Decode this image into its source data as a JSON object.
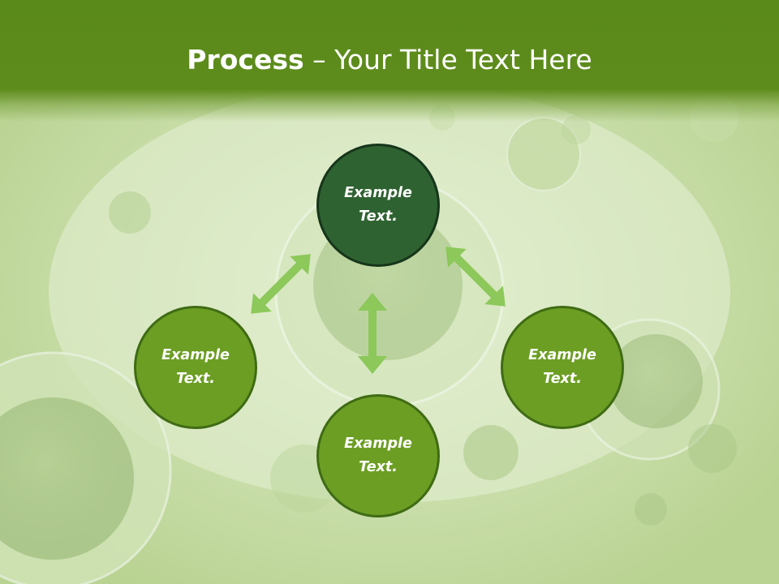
{
  "slide": {
    "title_bold": "Process",
    "title_rest": " – Your Title Text Here"
  },
  "nodes": {
    "top": "Example\nText.",
    "left": "Example\nText.",
    "right": "Example\nText.",
    "bottom": "Example\nText."
  },
  "colors": {
    "header": "#5e8c1c",
    "node_fill": "#6c9e23",
    "node_center_fill": "#2f6231",
    "arrow": "#8cc85a"
  }
}
